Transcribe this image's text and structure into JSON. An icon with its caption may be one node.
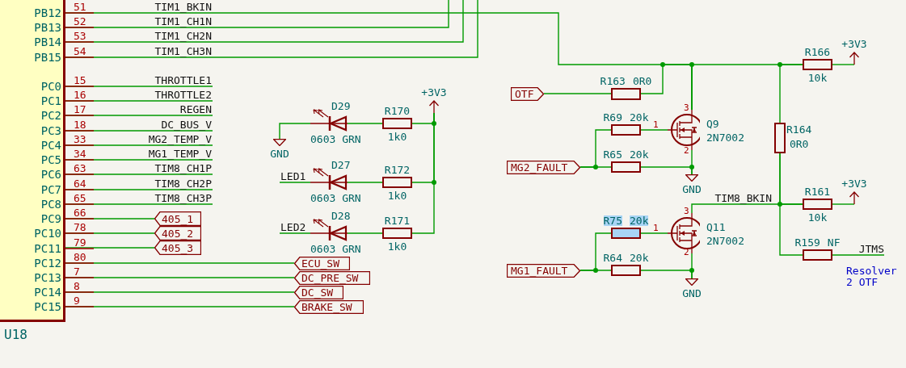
{
  "diagram": {
    "nodes": [
      {
        "text": [
          "U18"
        ]
      },
      {
        "text": [
          "405_1"
        ]
      },
      {
        "text": [
          "405_2"
        ]
      },
      {
        "text": [
          "405_3"
        ]
      },
      {
        "text": [
          "ECU_SW"
        ]
      },
      {
        "text": [
          "DC_PRE_SW"
        ]
      },
      {
        "text": [
          "DC_SW"
        ]
      },
      {
        "text": [
          "BRAKE_SW"
        ]
      },
      {
        "text": [
          "GND"
        ]
      },
      {
        "text": [
          "D29",
          "0603 GRN"
        ]
      },
      {
        "text": [
          "R170",
          "1k0"
        ]
      },
      {
        "text": [
          "+3V3"
        ]
      },
      {
        "text": [
          "D27",
          "0603 GRN"
        ]
      },
      {
        "text": [
          "R172",
          "1k0"
        ]
      },
      {
        "text": [
          "D28",
          "0603 GRN"
        ]
      },
      {
        "text": [
          "R171",
          "1k0"
        ]
      },
      {
        "text": [
          "OTF"
        ]
      },
      {
        "text": [
          "R163",
          "0R0"
        ]
      },
      {
        "text": [
          "R166",
          "10k"
        ]
      },
      {
        "text": [
          "+3V3"
        ]
      },
      {
        "text": [
          "R69",
          "20k"
        ]
      },
      {
        "text": [
          "Q9",
          "2N7002"
        ]
      },
      {
        "text": [
          "R164",
          "0R0"
        ]
      },
      {
        "text": [
          "MG2_FAULT"
        ]
      },
      {
        "text": [
          "R65",
          "20k"
        ]
      },
      {
        "text": [
          "GND"
        ]
      },
      {
        "text": [
          "R161",
          "10k"
        ]
      },
      {
        "text": [
          "+3V3"
        ]
      },
      {
        "text": [
          "R75",
          "20k"
        ]
      },
      {
        "text": [
          "Q11",
          "2N7002"
        ]
      },
      {
        "text": [
          "MG1_FAULT"
        ]
      },
      {
        "text": [
          "R64",
          "20k"
        ]
      },
      {
        "text": [
          "R159",
          "NF"
        ]
      },
      {
        "text": [
          "GND"
        ]
      }
    ],
    "edges": [
      {
        "from": 0,
        "to": 21,
        "arrow": "none",
        "label": "TIM1_BKIN"
      },
      {
        "from": 0,
        "to": null,
        "arrow": "none",
        "label": "TIM1_CH1N"
      },
      {
        "from": 0,
        "to": null,
        "arrow": "none",
        "label": "TIM1_CH2N"
      },
      {
        "from": 0,
        "to": null,
        "arrow": "none",
        "label": "TIM1_CH3N"
      },
      {
        "from": 0,
        "to": null,
        "arrow": "none",
        "label": "THROTTLE1"
      },
      {
        "from": 0,
        "to": null,
        "arrow": "none",
        "label": "THROTTLE2"
      },
      {
        "from": 0,
        "to": null,
        "arrow": "none",
        "label": "REGEN"
      },
      {
        "from": 0,
        "to": null,
        "arrow": "none",
        "label": "DC_BUS_V"
      },
      {
        "from": 0,
        "to": null,
        "arrow": "none",
        "label": "MG2_TEMP_V"
      },
      {
        "from": 0,
        "to": null,
        "arrow": "none",
        "label": "MG1_TEMP_V"
      },
      {
        "from": 0,
        "to": null,
        "arrow": "none",
        "label": "TIM8_CH1P"
      },
      {
        "from": 0,
        "to": null,
        "arrow": "none",
        "label": "TIM8_CH2P"
      },
      {
        "from": 0,
        "to": null,
        "arrow": "none",
        "label": "TIM8_CH3P"
      },
      {
        "from": 0,
        "to": 1,
        "arrow": "none"
      },
      {
        "from": 0,
        "to": 2,
        "arrow": "none"
      },
      {
        "from": 0,
        "to": 3,
        "arrow": "none"
      },
      {
        "from": 0,
        "to": 4,
        "arrow": "none"
      },
      {
        "from": 0,
        "to": 5,
        "arrow": "none"
      },
      {
        "from": 0,
        "to": 6,
        "arrow": "none"
      },
      {
        "from": 0,
        "to": 7,
        "arrow": "none"
      },
      {
        "from": 8,
        "to": 9,
        "arrow": "none"
      },
      {
        "from": 9,
        "to": 10,
        "arrow": "none"
      },
      {
        "from": 10,
        "to": 11,
        "arrow": "none"
      },
      {
        "from": null,
        "to": 12,
        "arrow": "none",
        "label": "LED1"
      },
      {
        "from": 12,
        "to": 13,
        "arrow": "none"
      },
      {
        "from": 13,
        "to": 11,
        "arrow": "none"
      },
      {
        "from": null,
        "to": 14,
        "arrow": "none",
        "label": "LED2"
      },
      {
        "from": 14,
        "to": 15,
        "arrow": "none"
      },
      {
        "from": 15,
        "to": 11,
        "arrow": "none"
      },
      {
        "from": 16,
        "to": 17,
        "arrow": "none"
      },
      {
        "from": 17,
        "to": 21,
        "arrow": "none"
      },
      {
        "from": 21,
        "to": 18,
        "arrow": "none"
      },
      {
        "from": 18,
        "to": 19,
        "arrow": "none"
      },
      {
        "from": 22,
        "to": 18,
        "arrow": "none"
      },
      {
        "from": 23,
        "to": 24,
        "arrow": "none"
      },
      {
        "from": 23,
        "to": 20,
        "arrow": "none"
      },
      {
        "from": 20,
        "to": 21,
        "arrow": "none"
      },
      {
        "from": 24,
        "to": 25,
        "arrow": "none"
      },
      {
        "from": 21,
        "to": 25,
        "arrow": "none"
      },
      {
        "from": 22,
        "to": 26,
        "arrow": "none"
      },
      {
        "from": 29,
        "to": 26,
        "arrow": "none",
        "label": "TIM8_BKIN"
      },
      {
        "from": 26,
        "to": 27,
        "arrow": "none"
      },
      {
        "from": 22,
        "to": 32,
        "arrow": "none"
      },
      {
        "from": 32,
        "to": null,
        "arrow": "none",
        "label": "JTMS"
      },
      {
        "from": 30,
        "to": 31,
        "arrow": "none"
      },
      {
        "from": 30,
        "to": 28,
        "arrow": "none"
      },
      {
        "from": 28,
        "to": 29,
        "arrow": "none"
      },
      {
        "from": 31,
        "to": 33,
        "arrow": "none"
      },
      {
        "from": 29,
        "to": 33,
        "arrow": "none"
      }
    ],
    "labels": [
      "PB12",
      "51",
      "PB13",
      "52",
      "PB14",
      "53",
      "PB15",
      "54",
      "PC0",
      "15",
      "PC1",
      "16",
      "PC2",
      "17",
      "PC3",
      "18",
      "PC4",
      "33",
      "PC5",
      "34",
      "PC6",
      "63",
      "PC7",
      "64",
      "PC8",
      "65",
      "PC9",
      "66",
      "PC10",
      "78",
      "PC11",
      "79",
      "PC12",
      "80",
      "PC13",
      "7",
      "PC14",
      "8",
      "PC15",
      "9",
      "3",
      "1",
      "2",
      "3",
      "1",
      "2",
      "Resolver 2 OTF"
    ]
  }
}
